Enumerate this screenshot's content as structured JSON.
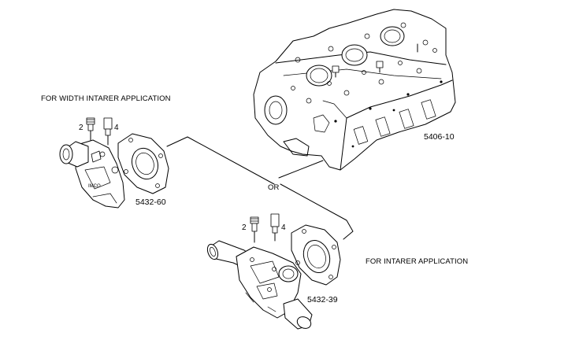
{
  "captions": {
    "with_intarer": "FOR WIDTH INTARER APPLICATION",
    "intarer": "FOR INTARER APPLICATION",
    "or": "OR"
  },
  "part_numbers": {
    "engine_block": "5406-10",
    "pump_upper": "5432-60",
    "pump_lower": "5432-39"
  },
  "callouts": {
    "upper_2": "2",
    "upper_4": "4",
    "lower_2": "2",
    "lower_4": "4"
  },
  "colors": {
    "ink": "#000000",
    "paper": "#ffffff"
  }
}
